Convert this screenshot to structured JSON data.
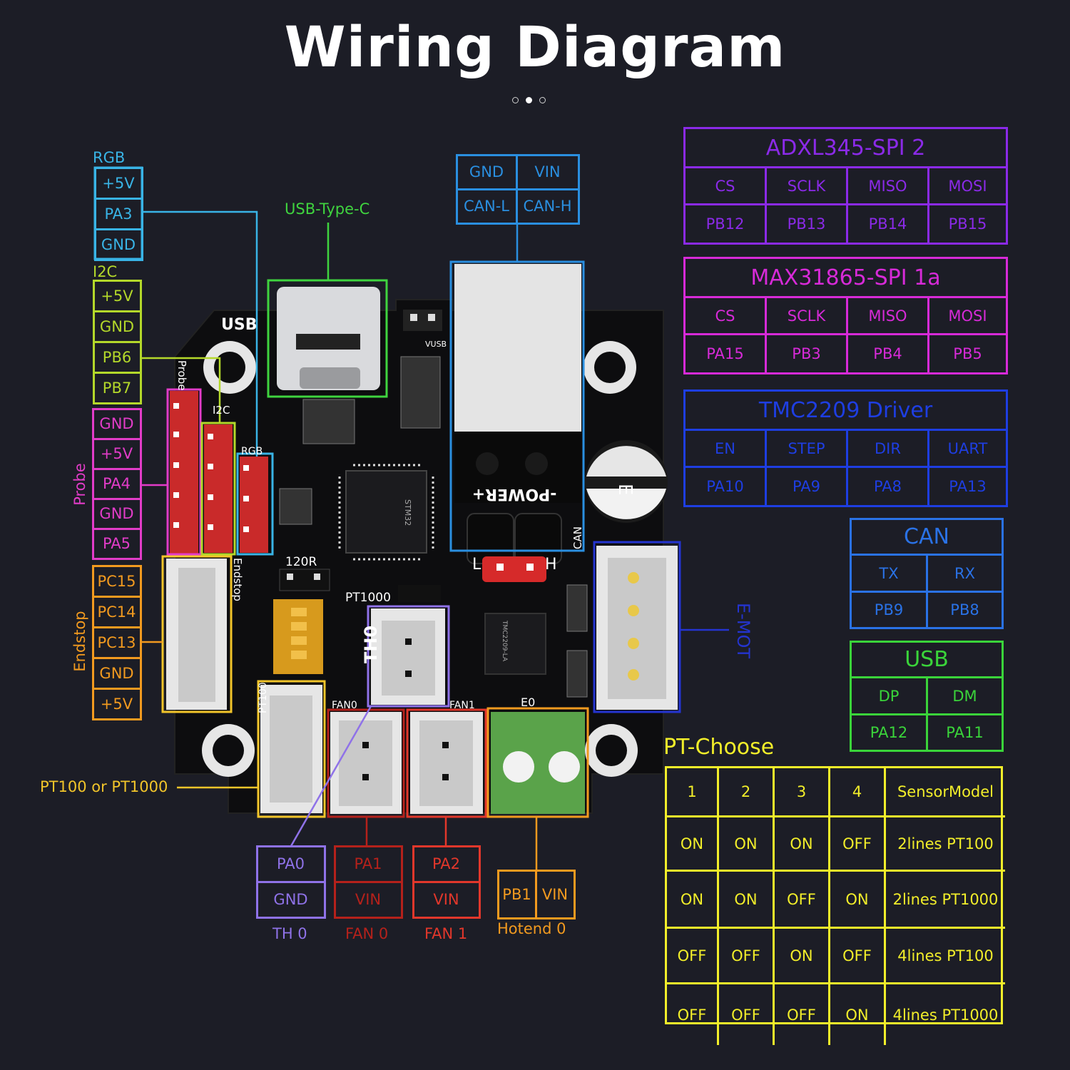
{
  "title": "Wiring Diagram",
  "carousel": {
    "count": 3,
    "active": 1
  },
  "labels": {
    "usb_type_c": "USB-Type-C",
    "pt_select": "PT100 or PT1000",
    "emot": "E-MOT",
    "pt_choose": "PT-Choose"
  },
  "rgb": {
    "title": "RGB",
    "pins": [
      "+5V",
      "PA3",
      "GND"
    ]
  },
  "i2c": {
    "title": "I2C",
    "pins": [
      "+5V",
      "GND",
      "PB6",
      "PB7"
    ]
  },
  "probe": {
    "title": "Probe",
    "pins": [
      "GND",
      "+5V",
      "PA4",
      "GND",
      "PA5"
    ]
  },
  "endstop": {
    "title": "Endstop",
    "pins": [
      "PC15",
      "PC14",
      "PC13",
      "GND",
      "+5V"
    ]
  },
  "power": {
    "pins": [
      "GND",
      "VIN",
      "CAN-L",
      "CAN-H"
    ]
  },
  "th0": {
    "title": "TH 0",
    "pins": [
      "PA0",
      "GND"
    ]
  },
  "fan0": {
    "title": "FAN 0",
    "pins": [
      "PA1",
      "VIN"
    ]
  },
  "fan1": {
    "title": "FAN 1",
    "pins": [
      "PA2",
      "VIN"
    ]
  },
  "hotend0": {
    "title": "Hotend 0",
    "pins": [
      "PB1",
      "VIN"
    ]
  },
  "board_silk": {
    "usb": "USB",
    "probe": "Probe",
    "i2c": "I2C",
    "rgb": "RGB",
    "vusb": "VUSB",
    "power": "-POWER+",
    "can": "CAN",
    "r120": "120R",
    "pt1000": "PT1000",
    "endstop": "Endstop",
    "th0": "TH0",
    "pt100": "PT100",
    "fan0": "FAN0",
    "fan1": "FAN1",
    "e0": "E0",
    "stm": "STM32",
    "tmc": "TMC2209-LA",
    "cap": "E",
    "h": "H",
    "l": "L"
  },
  "adxl": {
    "title": "ADXL345-SPI 2",
    "headers": [
      "CS",
      "SCLK",
      "MISO",
      "MOSI"
    ],
    "pins": [
      "PB12",
      "PB13",
      "PB14",
      "PB15"
    ]
  },
  "max": {
    "title": "MAX31865-SPI 1a",
    "headers": [
      "CS",
      "SCLK",
      "MISO",
      "MOSI"
    ],
    "pins": [
      "PA15",
      "PB3",
      "PB4",
      "PB5"
    ]
  },
  "tmc": {
    "title": "TMC2209 Driver",
    "headers": [
      "EN",
      "STEP",
      "DIR",
      "UART"
    ],
    "pins": [
      "PA10",
      "PA9",
      "PA8",
      "PA13"
    ]
  },
  "can": {
    "title": "CAN",
    "headers": [
      "TX",
      "RX"
    ],
    "pins": [
      "PB9",
      "PB8"
    ]
  },
  "usb": {
    "title": "USB",
    "headers": [
      "DP",
      "DM"
    ],
    "pins": [
      "PA12",
      "PA11"
    ]
  },
  "pt_choose": {
    "headers": [
      "1",
      "2",
      "3",
      "4",
      "SensorModel"
    ],
    "rows": [
      [
        "ON",
        "ON",
        "ON",
        "OFF",
        "2lines PT100"
      ],
      [
        "ON",
        "ON",
        "OFF",
        "ON",
        "2lines PT1000"
      ],
      [
        "OFF",
        "OFF",
        "ON",
        "OFF",
        "4lines PT100"
      ],
      [
        "OFF",
        "OFF",
        "OFF",
        "ON",
        "4lines PT1000"
      ]
    ]
  },
  "colors": {
    "rgb": "#39b4e6",
    "i2c": "#b4d82a",
    "probe": "#e23cc8",
    "endstop": "#f29a1f",
    "power": "#2a8fe0",
    "usbc": "#3fd43f",
    "th0": "#8f72e8",
    "fan0": "#b5211b",
    "fan1": "#e2372b",
    "hotend": "#f29a1f",
    "emot": "#2434d0",
    "ptchoose": "#f2ee2a",
    "adxl": "#8b2ae8",
    "max": "#d72ad8",
    "tmc": "#1e3ee2",
    "can": "#2a72e6",
    "usb": "#3ad43a"
  }
}
